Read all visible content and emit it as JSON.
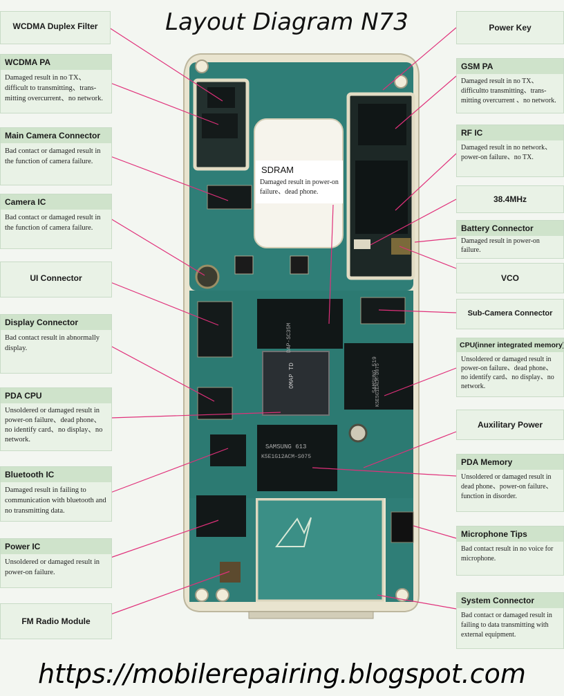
{
  "title": "Layout Diagram N73",
  "footer_url": "https://mobilerepairing.blogspot.com",
  "board_texts": {
    "chip_samsung_top": "SAMSUNG 613",
    "chip_samsung_code": "K5E1G12ACM-S075",
    "chip_cpu_side": "SAMSUNG 519",
    "chip_cpu_side_code": "K5E5G1EACM-D075",
    "chip_omap": "OMAP TD",
    "chip_sdram": "DAP-SC35M"
  },
  "callouts": {
    "wcdma_duplex_filter": {
      "label": "WCDMA Duplex Filter",
      "desc": ""
    },
    "wcdma_pa": {
      "label": "WCDMA PA",
      "desc": "Damaged result in no TX、difficult to transmitting、trans-mitting overcurrent、no network."
    },
    "main_camera_connector": {
      "label": "Main Camera Connector",
      "desc": "Bad contact or damaged result in the function of camera failure."
    },
    "camera_ic": {
      "label": "Camera IC",
      "desc": "Bad contact or damaged result in the function of camera failure."
    },
    "ui_connector": {
      "label": "UI Connector",
      "desc": ""
    },
    "display_connector": {
      "label": "Display Connector",
      "desc": "Bad contact result in abnormally display."
    },
    "pda_cpu": {
      "label": "PDA CPU",
      "desc": "Unsoldered or damaged result in power-on failure、dead phone、no identify card、no display、no network."
    },
    "bluetooth_ic": {
      "label": "Bluetooth IC",
      "desc": "Damaged result in failing to communication with bluetooth and no transmitting data."
    },
    "power_ic": {
      "label": "Power IC",
      "desc": "Unsoldered or damaged result in power-on failure."
    },
    "fm_radio_module": {
      "label": "FM Radio Module",
      "desc": ""
    },
    "power_key": {
      "label": "Power Key",
      "desc": ""
    },
    "gsm_pa": {
      "label": "GSM PA",
      "desc": "Damaged result in no TX、difficultto transmitting、trans-mitting overcurrent 、no network."
    },
    "rf_ic": {
      "label": "RF IC",
      "desc": "Damaged result in no network、power-on failure、no TX."
    },
    "mhz_38_4": {
      "label": "38.4MHz",
      "desc": ""
    },
    "battery_connector": {
      "label": "Battery Connector",
      "desc": "Damaged result in power-on failure."
    },
    "vco": {
      "label": "VCO",
      "desc": ""
    },
    "sub_camera_connector": {
      "label": "Sub-Camera Connector",
      "desc": ""
    },
    "cpu_inner_memory": {
      "label": "CPU(inner integrated memory)",
      "desc": "Unsoldered or damaged result in power-on failure、dead phone、no identify card、no display、no network."
    },
    "auxiliary_power": {
      "label": "Auxilitary Power",
      "desc": ""
    },
    "pda_memory": {
      "label": "PDA Memory",
      "desc": "Unsoldered or damaged result in dead phone、power-on failure、function in disorder."
    },
    "microphone_tips": {
      "label": "Microphone Tips",
      "desc": "Bad contact result in no voice for microphone."
    },
    "system_connector": {
      "label": "System Connector",
      "desc": "Bad contact or damaged result in failing to data transmitting with external equipment."
    },
    "sdram": {
      "label": "SDRAM",
      "desc": "Damaged result in power-on failure、dead phone."
    }
  }
}
